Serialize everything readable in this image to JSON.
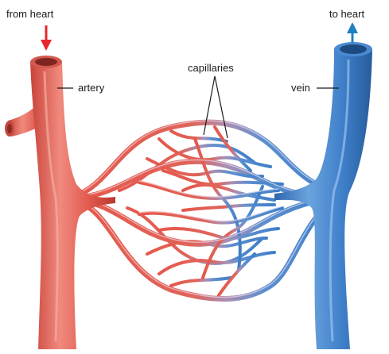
{
  "labels": {
    "from_heart": "from heart",
    "to_heart": "to heart",
    "artery": "artery",
    "vein": "vein",
    "capillaries": "capillaries"
  },
  "colors": {
    "artery": "#e2554a",
    "artery_dark": "#b93a31",
    "artery_light": "#f4a296",
    "vein": "#3e7fc9",
    "vein_dark": "#2a5f9f",
    "vein_light": "#9cc3ea",
    "arrow_in": "#e8262c",
    "arrow_out": "#1f7fc4"
  },
  "icons": {
    "inflow": "arrow-down-icon",
    "outflow": "arrow-up-icon"
  }
}
